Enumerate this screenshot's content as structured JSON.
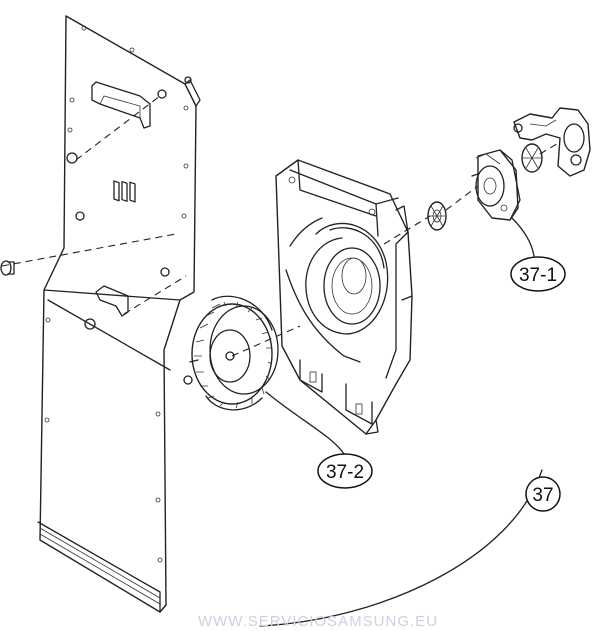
{
  "labels": {
    "fan_motor": "37-1",
    "fan_wheel": "37-2",
    "assembly": "37"
  },
  "watermark": "WWW.SERVICIOSAMSUNG.EU"
}
